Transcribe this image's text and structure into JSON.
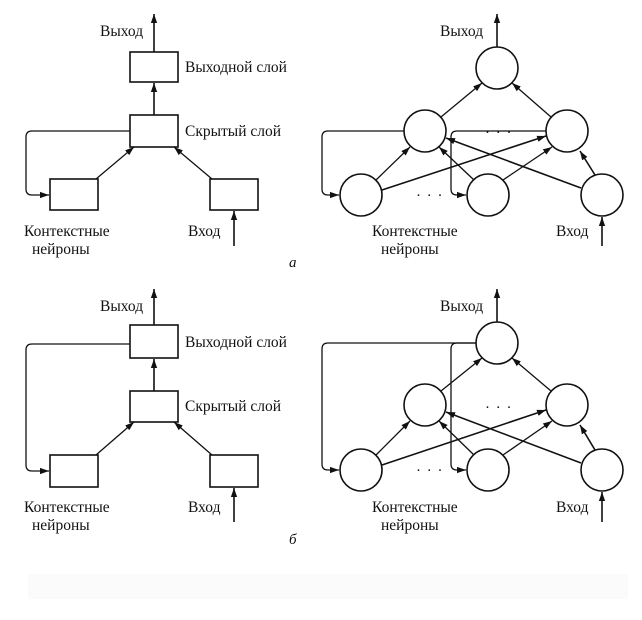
{
  "figure": {
    "panels": [
      {
        "id": "a",
        "caption": "а",
        "simple": {
          "labels": {
            "output": "Выход",
            "output_layer": "Выходной слой",
            "hidden_layer": "Скрытый слой",
            "context_line1": "Контекстные",
            "context_line2": "нейроны",
            "input": "Вход"
          },
          "feedback_source": "hidden"
        },
        "network": {
          "labels": {
            "output": "Выход",
            "context_line1": "Контекстные",
            "context_line2": "нейроны",
            "input": "Вход",
            "ellipsis": "· · ·"
          },
          "feedback_source": "hidden"
        }
      },
      {
        "id": "b",
        "caption": "б",
        "simple": {
          "labels": {
            "output": "Выход",
            "output_layer": "Выходной слой",
            "hidden_layer": "Скрытый слой",
            "context_line1": "Контекстные",
            "context_line2": "нейроны",
            "input": "Вход"
          },
          "feedback_source": "output"
        },
        "network": {
          "labels": {
            "output": "Выход",
            "context_line1": "Контекстные",
            "context_line2": "нейроны",
            "input": "Вход",
            "ellipsis": "· · ·"
          },
          "feedback_source": "output"
        }
      }
    ],
    "colors": {
      "ink": "#111111",
      "background": "#ffffff"
    }
  }
}
